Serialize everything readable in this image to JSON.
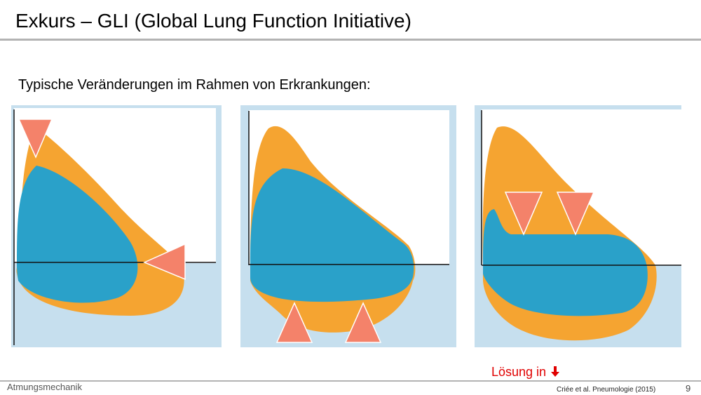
{
  "slide": {
    "title": "Exkurs – GLI (Global Lung Function Initiative)",
    "subtitle": "Typische Veränderungen im Rahmen von Erkrankungen:",
    "solution_label": "Lösung in",
    "footer_left": "Atmungsmechanik",
    "source": "Criée et al. Pneumologie (2015)",
    "page_number": "9"
  },
  "colors": {
    "reference_loop": "#f5a431",
    "patient_loop": "#2aa1c9",
    "marker": "#f4826a",
    "panel_background": "#c6dfee",
    "accent_red": "#e00000"
  },
  "icons": {
    "solution_arrow": "arrow-down-icon",
    "marker": "triangle-marker-icon"
  }
}
